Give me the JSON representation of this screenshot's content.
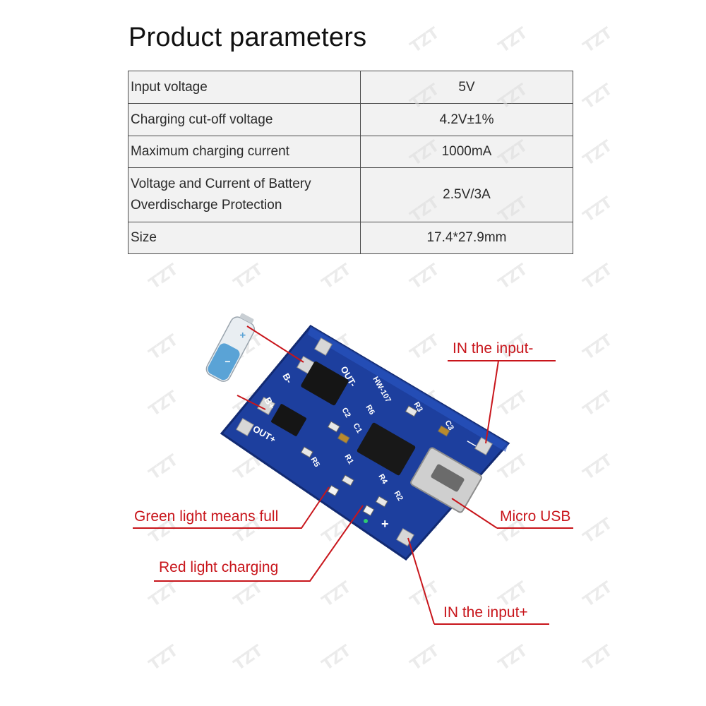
{
  "title": "Product parameters",
  "params": [
    {
      "label": "Input voltage",
      "value": "5V"
    },
    {
      "label": "Charging cut-off voltage",
      "value": "4.2V±1%"
    },
    {
      "label": "Maximum charging current",
      "value": "1000mA"
    },
    {
      "label_lines": [
        "Voltage and Current of Battery",
        "Overdischarge Protection"
      ],
      "value": "2.5V/3A"
    },
    {
      "label": "Size",
      "value": "17.4*27.9mm"
    }
  ],
  "watermark": "TZT",
  "board": {
    "model": "HW-107",
    "silk": {
      "out_minus": "OUT-",
      "b_minus": "B-",
      "b_plus": "B+",
      "out_plus": "OUT+",
      "r3": "R3",
      "c3": "C3",
      "r6": "R6",
      "c2": "C2",
      "c1": "C1",
      "r5": "R5",
      "r1": "R1",
      "r2": "R2",
      "r4": "R4",
      "minus": "—",
      "plus": "+"
    },
    "battery_plus": "+",
    "battery_minus": "−"
  },
  "callouts": {
    "in_minus": "IN the input-",
    "green": "Green  light means full",
    "micro_usb": "Micro USB",
    "red": "Red light charging",
    "in_plus": "IN the input+"
  },
  "colors": {
    "callout": "#c8151b",
    "pcb": "#1d3f9e",
    "table_bg": "#f2f2f2"
  }
}
